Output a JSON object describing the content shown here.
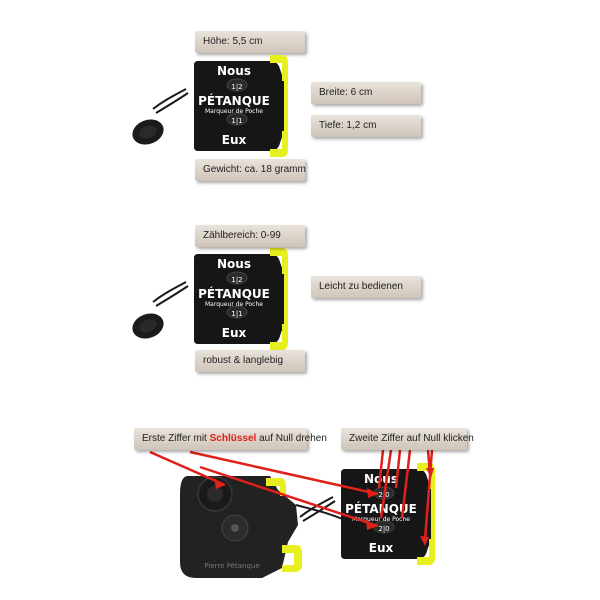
{
  "panel1": {
    "height_label": "Höhe: 5,5 cm",
    "width_label": "Breite: 6 cm",
    "depth_label": "Tiefe: 1,2 cm",
    "weight_label": "Gewicht: ca. 18 gramm"
  },
  "panel2": {
    "range_label": "Zählbereich: 0-99",
    "easy_label": "Leicht zu bedienen",
    "robust_label": "robust & langlebig"
  },
  "panel3": {
    "first_digit_prefix": "Erste Ziffer mit ",
    "first_digit_key": "Schlüssel",
    "first_digit_suffix": " auf Null drehen",
    "second_digit_label": "Zweite Ziffer auf Null klicken"
  },
  "device": {
    "top": "Nous",
    "brand": "PÉTANQUE",
    "sub": "Marqueur de Poche",
    "bottom": "Eux",
    "counter_top": "1|2",
    "counter_bottom": "1|1",
    "counter_top_zero": "2|0",
    "counter_bottom_zero": "2|0",
    "back_text": "Pierre Pétanque"
  },
  "colors": {
    "body": "#161616",
    "accent": "#e8ef1e",
    "arrow": "#e0201a"
  }
}
